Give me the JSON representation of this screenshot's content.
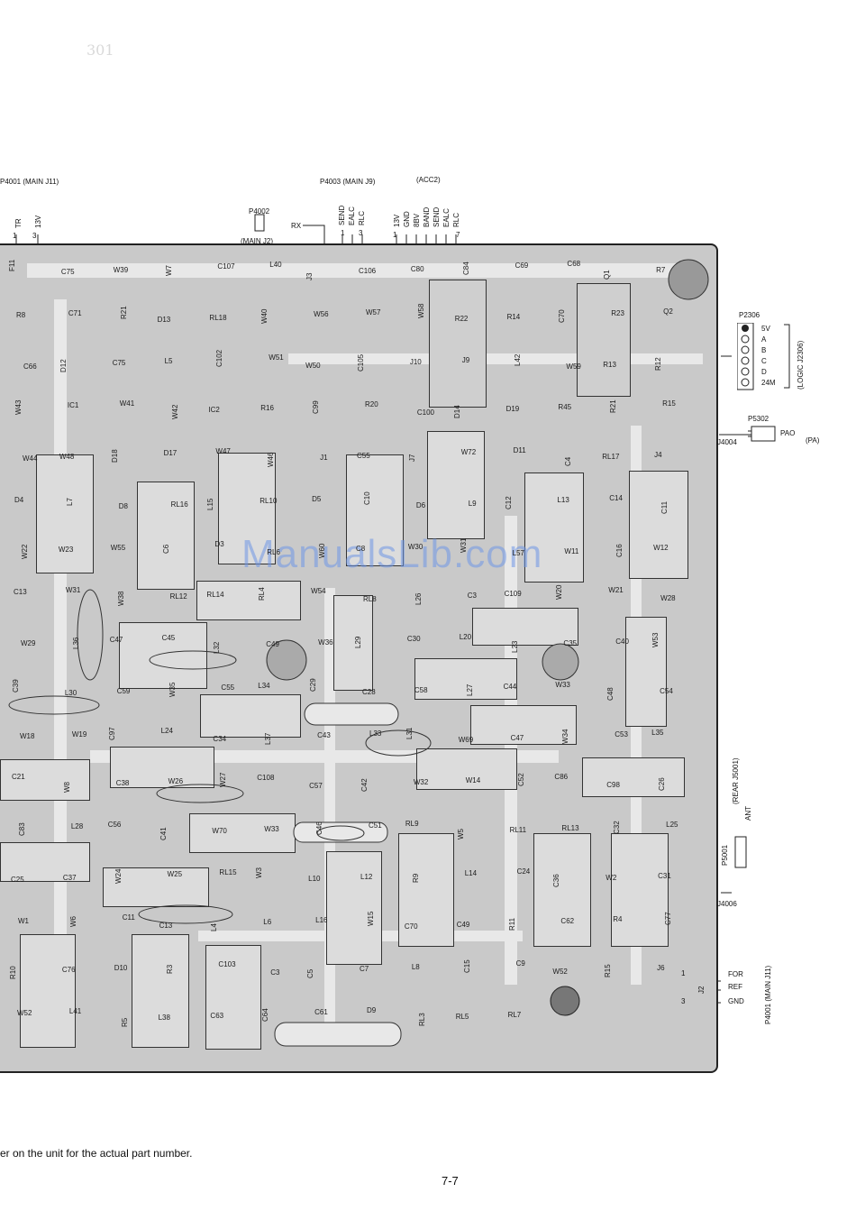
{
  "scribble": "301",
  "connectors": {
    "p4001_top": {
      "title": "P4001 (MAIN J11)",
      "pins": [
        "TR",
        "13V"
      ],
      "nums": [
        "1",
        "3"
      ]
    },
    "p4002": {
      "title": "P4002",
      "sub": "(MAIN J2)",
      "signal": "RX"
    },
    "p4003": {
      "title": "P4003 (MAIN J9)",
      "pins": [
        "SEND",
        "EALC",
        "RLC"
      ],
      "nums": [
        "1",
        "3"
      ]
    },
    "acc2": {
      "title": "(ACC2)",
      "pins": [
        "13V",
        "GND",
        "8BV",
        "BAND",
        "SEND",
        "EALC",
        "RLC"
      ],
      "nums": [
        "1",
        "7"
      ]
    },
    "p2306": {
      "title": "P2306",
      "pins": [
        "5V",
        "A",
        "B",
        "C",
        "D",
        "24M"
      ],
      "group": "(LOGIC J2306)"
    },
    "p5302": {
      "title": "P5302",
      "signal": "PAO",
      "group": "(PA)",
      "jack": "J4004"
    },
    "p5001": {
      "title": "P5001",
      "signal": "ANT",
      "group": "(REAR J5001)",
      "jack": "J4006"
    },
    "p4001_bottom": {
      "title": "P4001 (MAIN J11)",
      "pins": [
        "FOR",
        "REF",
        "GND"
      ],
      "nums": [
        "1",
        "3"
      ],
      "jack": "J2"
    }
  },
  "parts": [
    "F11",
    "C75",
    "W39",
    "W7",
    "C107",
    "L40",
    "J3",
    "C106",
    "C80",
    "C84",
    "C69",
    "C68",
    "Q1",
    "R7",
    "R8",
    "C71",
    "R21",
    "D13",
    "RL18",
    "W40",
    "W56",
    "W57",
    "W58",
    "R22",
    "R14",
    "C70",
    "R23",
    "Q2",
    "C66",
    "D12",
    "C75",
    "L5",
    "C102",
    "W51",
    "W50",
    "C105",
    "J10",
    "J9",
    "L42",
    "W59",
    "R13",
    "R12",
    "W43",
    "IC1",
    "W41",
    "W42",
    "IC2",
    "R16",
    "C99",
    "R20",
    "C100",
    "D14",
    "D19",
    "R45",
    "R21",
    "R15",
    "W44",
    "W48",
    "D18",
    "D17",
    "W47",
    "W46",
    "J1",
    "C55",
    "J7",
    "W72",
    "D11",
    "C4",
    "RL17",
    "J4",
    "D4",
    "L7",
    "D8",
    "RL16",
    "L15",
    "RL10",
    "D5",
    "C10",
    "D6",
    "L9",
    "C12",
    "L13",
    "C14",
    "C11",
    "W22",
    "W23",
    "W55",
    "C6",
    "D3",
    "RL6",
    "W60",
    "C8",
    "W30",
    "W31",
    "L57",
    "W11",
    "C16",
    "W12",
    "C13",
    "W31",
    "W38",
    "RL12",
    "RL14",
    "RL4",
    "W54",
    "RL8",
    "L26",
    "C3",
    "C109",
    "W20",
    "W21",
    "W28",
    "W29",
    "L36",
    "C47",
    "C45",
    "L32",
    "C49",
    "W36",
    "L29",
    "C30",
    "L20",
    "L23",
    "C35",
    "C40",
    "W53",
    "C39",
    "L30",
    "C59",
    "W35",
    "C55",
    "L34",
    "C29",
    "C28",
    "C58",
    "L27",
    "C44",
    "W33",
    "C48",
    "C54",
    "W18",
    "W19",
    "C97",
    "L24",
    "C34",
    "L37",
    "C43",
    "L33",
    "L31",
    "W69",
    "C47",
    "W34",
    "C53",
    "L35",
    "C21",
    "W8",
    "C38",
    "W26",
    "W27",
    "C108",
    "C57",
    "C42",
    "W32",
    "W14",
    "C52",
    "C86",
    "C98",
    "C26",
    "C83",
    "L28",
    "C56",
    "C41",
    "W70",
    "W33",
    "C46",
    "C51",
    "RL9",
    "W5",
    "RL11",
    "RL13",
    "C32",
    "L25",
    "C25",
    "C37",
    "W24",
    "W25",
    "RL15",
    "W3",
    "L10",
    "L12",
    "R9",
    "L14",
    "C24",
    "C36",
    "W2",
    "C31",
    "W1",
    "W6",
    "C11",
    "C13",
    "L4",
    "L6",
    "L16",
    "W15",
    "C70",
    "C49",
    "R11",
    "C62",
    "R4",
    "C77",
    "R10",
    "C76",
    "D10",
    "R3",
    "C103",
    "C3",
    "C5",
    "C7",
    "L8",
    "C15",
    "C9",
    "W52",
    "R15",
    "J6",
    "W52",
    "L41",
    "R5",
    "L38",
    "C63",
    "C64",
    "C61",
    "D9",
    "RL3",
    "RL5",
    "RL7"
  ],
  "watermark": "ManualsLib.com",
  "footnote": "er on the unit for the actual part number.",
  "page_number": "7-7"
}
